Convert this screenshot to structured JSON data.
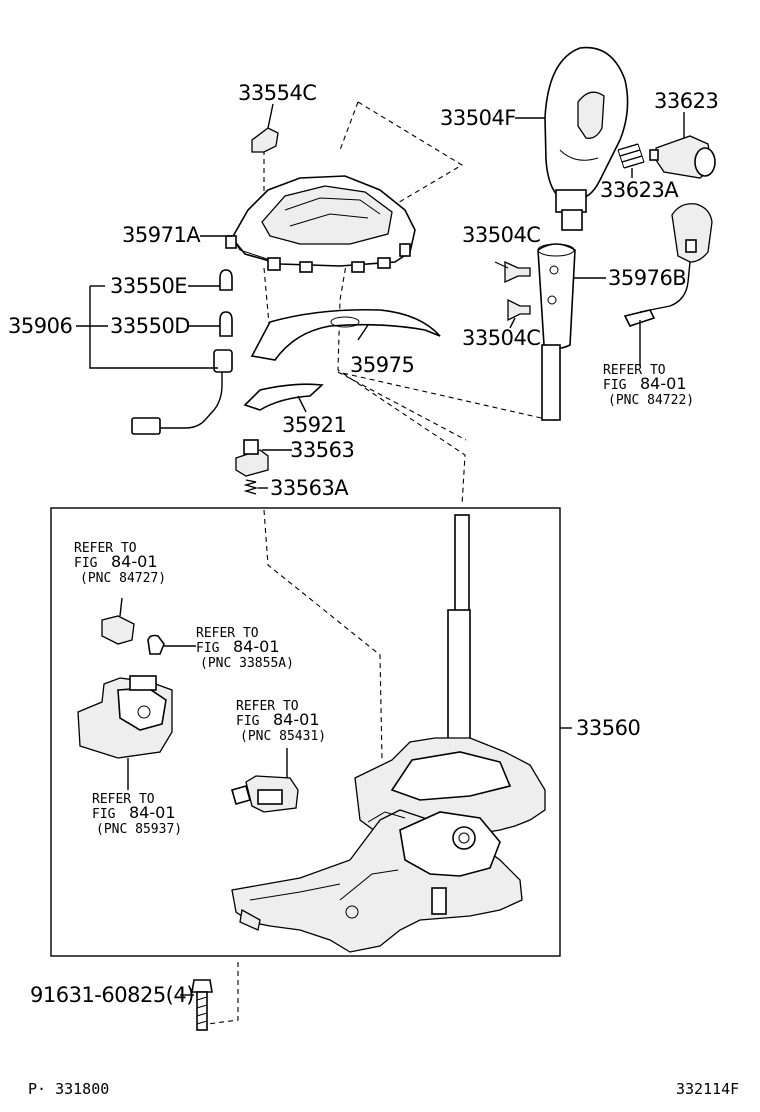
{
  "labels": {
    "p33554C": "33554C",
    "p35971A": "35971A",
    "p33550E": "33550E",
    "p35906": "35906",
    "p33550D": "33550D",
    "p35975": "35975",
    "p35921": "35921",
    "p33563": "33563",
    "p33563A": "33563A",
    "p33504F": "33504F",
    "p33623": "33623",
    "p33623A": "33623A",
    "p33504C_top": "33504C",
    "p35976B": "35976B",
    "p33504C_bottom": "33504C",
    "p33560": "33560",
    "p91631": "91631-60825(4)"
  },
  "references": {
    "r84722": {
      "line1": "REFER TO",
      "line2": "FIG",
      "fig": "84-01",
      "pnc": "(PNC 84722)"
    },
    "r84727": {
      "line1": "REFER TO",
      "line2": "FIG",
      "fig": "84-01",
      "pnc": "(PNC 84727)"
    },
    "r33855A": {
      "line1": "REFER TO",
      "line2": "FIG",
      "fig": "84-01",
      "pnc": "(PNC 33855A)"
    },
    "r85431": {
      "line1": "REFER TO",
      "line2": "FIG",
      "fig": "84-01",
      "pnc": "(PNC 85431)"
    },
    "r85937": {
      "line1": "REFER TO",
      "line2": "FIG",
      "fig": "84-01",
      "pnc": "(PNC 85937)"
    }
  },
  "footer": {
    "page": "P· 331800",
    "code": "332114F"
  }
}
